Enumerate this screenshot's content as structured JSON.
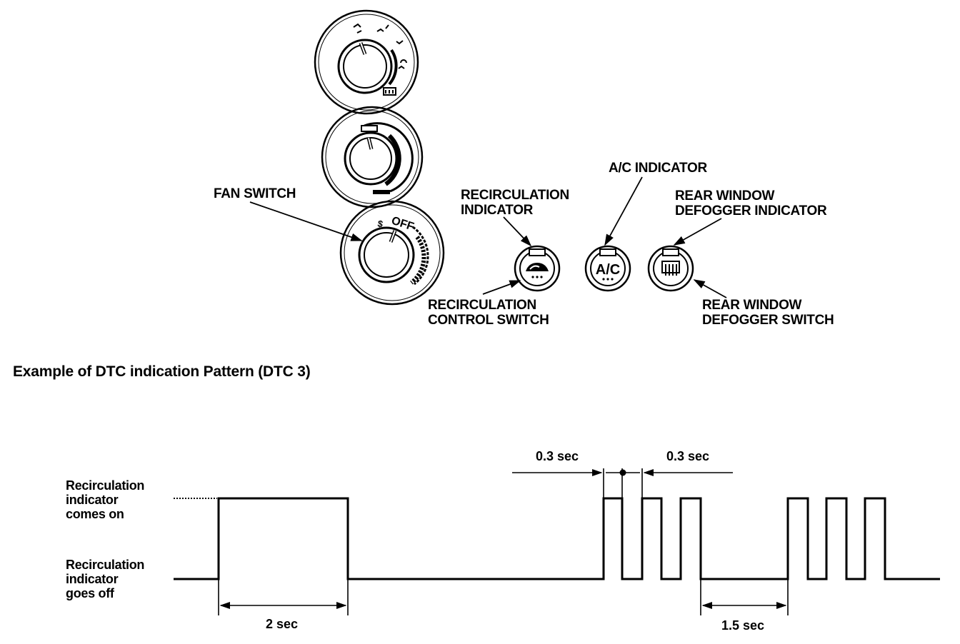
{
  "labels": {
    "fan_switch": "FAN SWITCH",
    "recirc_indicator": [
      "RECIRCULATION",
      "INDICATOR"
    ],
    "ac_indicator": "A/C INDICATOR",
    "rear_defog_indicator": [
      "REAR WINDOW",
      "DEFOGGER INDICATOR"
    ],
    "recirc_control_switch": [
      "RECIRCULATION",
      "CONTROL SWITCH"
    ],
    "rear_defog_switch": [
      "REAR WINDOW",
      "DEFOGGER SWITCH"
    ]
  },
  "switch_text": {
    "ac": "A/C",
    "fan_off": "OFF",
    "fan_mark": "$"
  },
  "section_title": "Example of DTC indication Pattern (DTC 3)",
  "timing": {
    "on_label": [
      "Recirculation",
      "indicator",
      "comes on"
    ],
    "off_label": [
      "Recirculation",
      "indicator",
      "goes off"
    ],
    "first_pulse": "2 sec",
    "pulse_on": "0.3 sec",
    "pulse_off": "0.3 sec",
    "gap": "1.5 sec"
  }
}
